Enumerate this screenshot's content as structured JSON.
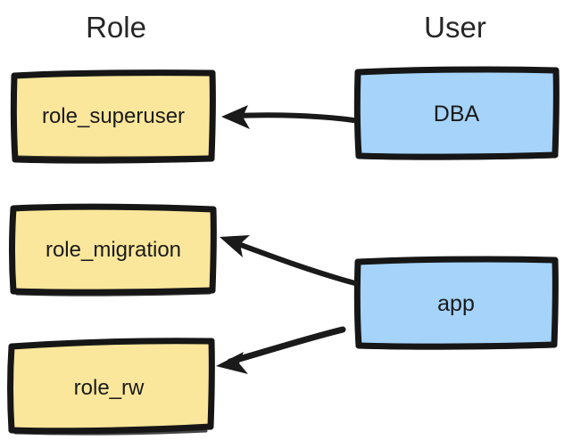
{
  "diagram": {
    "title_columns": {
      "role": "Role",
      "user": "User"
    },
    "colors": {
      "role_fill": "#FBE79B",
      "user_fill": "#A5D3FA",
      "stroke": "#1a1a1a",
      "background": "#ffffff",
      "text": "#1a1a1a"
    },
    "nodes": [
      {
        "id": "role_superuser",
        "label": "role_superuser",
        "column": "Role",
        "kind": "role"
      },
      {
        "id": "role_migration",
        "label": "role_migration",
        "column": "Role",
        "kind": "role"
      },
      {
        "id": "role_rw",
        "label": "role_rw",
        "column": "Role",
        "kind": "role"
      },
      {
        "id": "dba",
        "label": "DBA",
        "column": "User",
        "kind": "user"
      },
      {
        "id": "app",
        "label": "app",
        "column": "User",
        "kind": "user"
      }
    ],
    "edges": [
      {
        "id": "dba-to-role-superuser",
        "from": "DBA",
        "to": "role_superuser",
        "direction": "left"
      },
      {
        "id": "app-to-role-migration",
        "from": "app",
        "to": "role_migration",
        "direction": "up-left"
      },
      {
        "id": "app-to-role-rw",
        "from": "app",
        "to": "role_rw",
        "direction": "down-left"
      }
    ]
  }
}
